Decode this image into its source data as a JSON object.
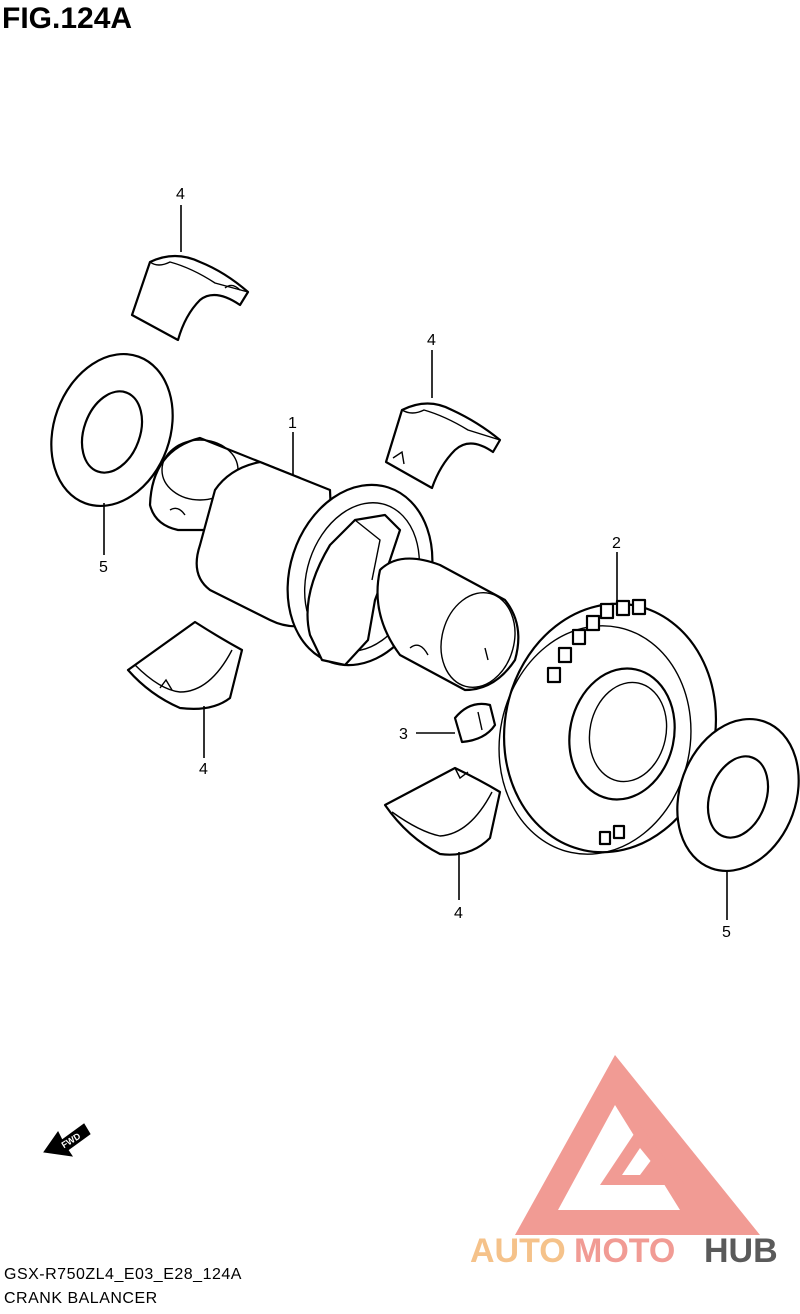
{
  "figure": {
    "title": "FIG.124A"
  },
  "callouts": [
    {
      "id": "1",
      "label": "1"
    },
    {
      "id": "2",
      "label": "2"
    },
    {
      "id": "3",
      "label": "3"
    },
    {
      "id": "4a",
      "label": "4"
    },
    {
      "id": "4b",
      "label": "4"
    },
    {
      "id": "4c",
      "label": "4"
    },
    {
      "id": "4d",
      "label": "4"
    },
    {
      "id": "5a",
      "label": "5"
    },
    {
      "id": "5b",
      "label": "5"
    }
  ],
  "fwd_arrow": {
    "label": "FWD"
  },
  "watermark": {
    "text_auto": "AUTO",
    "text_moto": "MOTO",
    "text_hub": "HUB",
    "color_red": "#f19b94",
    "color_orange": "#f5c28a",
    "color_gray": "#5a5a5a"
  },
  "footer": {
    "model_code": "GSX-R750ZL4_E03_E28_124A",
    "section_name": "CRANK BALANCER"
  }
}
